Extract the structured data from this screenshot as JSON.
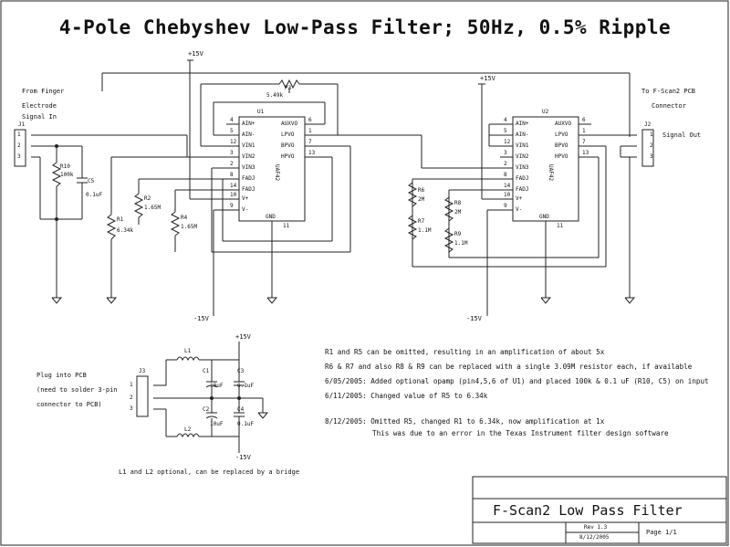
{
  "title": "4-Pole Chebyshev Low-Pass Filter; 50Hz, 0.5% Ripple",
  "input_connector": {
    "label_line1": "From Finger",
    "label_line2": "Electrode",
    "label_line3": "Signal In",
    "ref": "J1",
    "pins": [
      "1",
      "2",
      "3"
    ]
  },
  "output_connector": {
    "label_line1": "To F-Scan2 PCB",
    "label_line2": "Connector",
    "ref": "J2",
    "pins": [
      "1",
      "2",
      "3"
    ],
    "signal_label": "Signal Out"
  },
  "power": {
    "vplus_u1": "+15V",
    "vplus_u2": "+15V",
    "vminus_u1": "-15V",
    "vminus_u2": "-15V"
  },
  "u1": {
    "ref": "U1",
    "part": "UAF42",
    "pot_ref": "P3",
    "pot_value": "5.49k",
    "left_pins": [
      {
        "num": "4",
        "name": "AIN+"
      },
      {
        "num": "5",
        "name": "AIN-"
      },
      {
        "num": "12",
        "name": "VIN1"
      },
      {
        "num": "3",
        "name": "VIN2"
      },
      {
        "num": "2",
        "name": "VIN3"
      },
      {
        "num": "8",
        "name": "FADJ"
      },
      {
        "num": "14",
        "name": "FADJ"
      },
      {
        "num": "10",
        "name": "V+"
      },
      {
        "num": "9",
        "name": "V-"
      }
    ],
    "right_pins": [
      {
        "num": "6",
        "name": "AUXVO"
      },
      {
        "num": "1",
        "name": "LPVO"
      },
      {
        "num": "7",
        "name": "BPVO"
      },
      {
        "num": "13",
        "name": "HPVO"
      }
    ],
    "gnd_label": "GND",
    "gnd_pin": "11"
  },
  "u2": {
    "ref": "U2",
    "part": "UAF42",
    "left_pins": [
      {
        "num": "4",
        "name": "AIN+"
      },
      {
        "num": "5",
        "name": "AIN-"
      },
      {
        "num": "12",
        "name": "VIN1"
      },
      {
        "num": "3",
        "name": "VIN2"
      },
      {
        "num": "2",
        "name": "VIN3"
      },
      {
        "num": "8",
        "name": "FADJ"
      },
      {
        "num": "14",
        "name": "FADJ"
      },
      {
        "num": "10",
        "name": "V+"
      },
      {
        "num": "9",
        "name": "V-"
      }
    ],
    "right_pins": [
      {
        "num": "6",
        "name": "AUXVO"
      },
      {
        "num": "1",
        "name": "LPVO"
      },
      {
        "num": "7",
        "name": "BPVO"
      },
      {
        "num": "13",
        "name": "HPVO"
      }
    ],
    "gnd_label": "GND",
    "gnd_pin": "11"
  },
  "components": {
    "r10": {
      "ref": "R10",
      "value": "100k"
    },
    "c5": {
      "ref": "C5",
      "value": "0.1uF"
    },
    "r1": {
      "ref": "R1",
      "value": "6.34k"
    },
    "r2": {
      "ref": "R2",
      "value": "1.65M"
    },
    "r4": {
      "ref": "R4",
      "value": "1.65M"
    },
    "r6": {
      "ref": "R6",
      "value": "2M"
    },
    "r7": {
      "ref": "R7",
      "value": "1.1M"
    },
    "r8": {
      "ref": "R8",
      "value": "2M"
    },
    "r9": {
      "ref": "R9",
      "value": "1.1M"
    }
  },
  "power_section": {
    "plug_line1": "Plug into PCB",
    "plug_line2": "(need to solder 3-pin",
    "plug_line3": "connector to PCB)",
    "ref": "J3",
    "pins": [
      "1",
      "2",
      "3"
    ],
    "l1": "L1",
    "l2": "L2",
    "c1": {
      "ref": "C1",
      "value": "10uF"
    },
    "c2": {
      "ref": "C2",
      "value": "10uF"
    },
    "c3": {
      "ref": "C3",
      "value": "0.1uF"
    },
    "c4": {
      "ref": "C4",
      "value": "0.1uF"
    },
    "vplus": "+15V",
    "vminus": "-15V",
    "caption": "L1 and L2 optional, can be replaced by a bridge"
  },
  "notes": [
    "R1 and R5 can be omitted, resulting in an amplification of about 5x",
    "R6 & R7 and also R8 & R9 can be replaced with a single 3.09M resistor each, if available",
    "6/05/2005: Added optional opamp (pin4,5,6 of U1) and placed 100k & 0.1 uF (R10, C5) on input",
    "6/11/2005: Changed value of R5 to 6.34k",
    "8/12/2005: Omitted R5, changed R1 to 6.34k, now amplification at 1x",
    "This was due to an error in the Texas Instrument filter design software"
  ],
  "title_block": {
    "name": "F-Scan2 Low Pass Filter",
    "rev": "Rev 1.3",
    "date": "8/12/2005",
    "page": "Page 1/1"
  }
}
